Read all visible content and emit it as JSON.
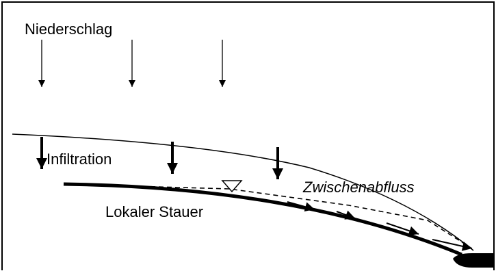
{
  "labels": {
    "precipitation": "Niederschlag",
    "infiltration": "Infiltration",
    "aquitard": "Lokaler Stauer",
    "interflow": "Zwischenabfluss"
  },
  "colors": {
    "ink": "#000000",
    "background": "#ffffff"
  },
  "icons": {
    "water_table_marker": "inverted-triangle-icon",
    "stream": "stream-channel-icon"
  }
}
